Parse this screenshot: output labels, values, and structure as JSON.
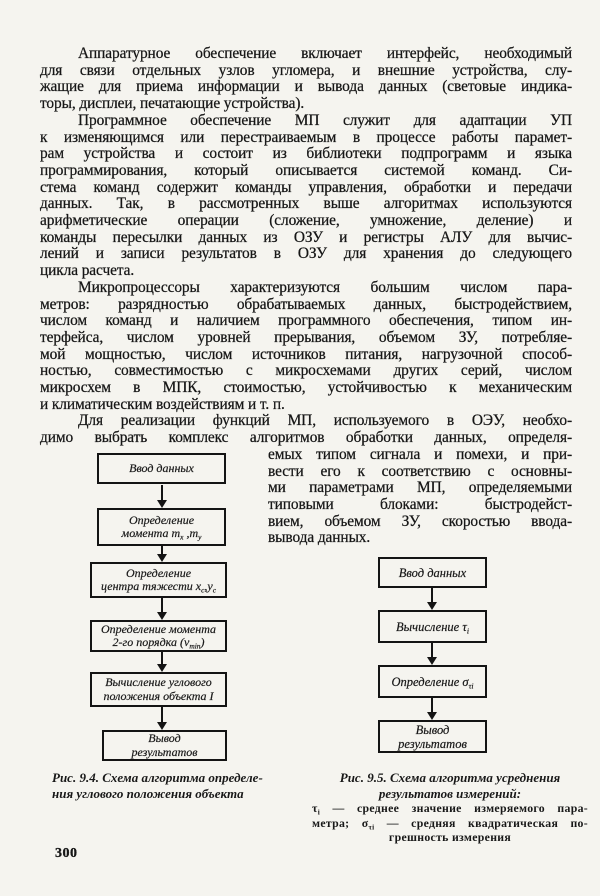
{
  "page_number": "300",
  "body": {
    "p1": {
      "lines": [
        "Аппаратурное обеспечение включает интерфейс, необходимый",
        "для связи отдельных узлов угломера, и внешние устройства, слу-",
        "жащие для приема информации и вывода данных (световые индика-",
        "торы, дисплеи, печатающие устройства)."
      ]
    },
    "p2": {
      "lines": [
        "Программное обеспечение МП служит для адаптации УП",
        "к изменяющимся или перестраиваемым в процессе работы парамет-",
        "рам устройства и состоит из библиотеки подпрограмм и языка",
        "программирования, который описывается системой команд. Си-",
        "стема команд содержит команды управления, обработки и передачи",
        "данных. Так, в рассмотренных выше алгоритмах используются",
        "арифметические операции (сложение, умножение, деление) и",
        "команды пересылки данных из ОЗУ и регистры АЛУ для вычис-",
        "лений и записи результатов в ОЗУ для хранения до следующего",
        "цикла расчета."
      ]
    },
    "p3": {
      "lines": [
        "Микропроцессоры характеризуются большим числом пара-",
        "метров: разрядностью обрабатываемых данных, быстродействием,",
        "числом команд и наличием программного обеспечения, типом ин-",
        "терфейса, числом уровней прерывания, объемом ЗУ, потребляе-",
        "мой мощностью, числом источников питания, нагрузочной способ-",
        "ностью, совместимостью с микросхемами других серий, числом",
        "микросхем в МПК, стоимостью, устойчивостью к механическим",
        "и климатическим воздействиям и т. п."
      ]
    },
    "p4": {
      "lines": [
        "Для реализации функций МП, используемого в ОЭУ, необхо-",
        "димо выбрать комплекс алгоритмов обработки данных, определя-"
      ]
    },
    "p4_right": {
      "lines": [
        "емых типом сигнала и помехи, и при-",
        "вести его к соответствию с основны-",
        "ми параметрами МП, определяемыми",
        "типовыми блоками: быстродейст-",
        "вием, объемом ЗУ, скоростью ввода-",
        "вывода данных."
      ]
    }
  },
  "figure_9_4": {
    "boxes": [
      {
        "lines": [
          [
            {
              "t": "Ввод данных"
            }
          ]
        ]
      },
      {
        "lines": [
          [
            {
              "t": "Определение"
            }
          ],
          [
            {
              "t": "момента m"
            },
            {
              "sub": "x"
            },
            {
              "t": " ,m"
            },
            {
              "sub": "y"
            }
          ]
        ]
      },
      {
        "lines": [
          [
            {
              "t": "Определение"
            }
          ],
          [
            {
              "t": "центра тяжести x"
            },
            {
              "sub": "c"
            },
            {
              "t": ",y"
            },
            {
              "sub": "c"
            }
          ]
        ]
      },
      {
        "lines": [
          [
            {
              "t": "Определение момента"
            }
          ],
          [
            {
              "t": "2-го порядка (v"
            },
            {
              "sub": "min"
            },
            {
              "t": ")"
            }
          ]
        ]
      },
      {
        "lines": [
          [
            {
              "t": "Вычисление углового"
            }
          ],
          [
            {
              "t": "положения объекта I"
            }
          ]
        ]
      },
      {
        "lines": [
          [
            {
              "t": "Вывод"
            }
          ],
          [
            {
              "t": "результатов"
            }
          ]
        ]
      }
    ],
    "caption_lines": [
      "Рис. 9.4. Схема алгоритма определе-",
      "ния углового положения объекта"
    ]
  },
  "figure_9_5": {
    "boxes": [
      {
        "lines": [
          [
            {
              "t": "Ввод данных"
            }
          ]
        ]
      },
      {
        "lines": [
          [
            {
              "t": "Вычисление τ"
            },
            {
              "sub": "i"
            }
          ]
        ]
      },
      {
        "lines": [
          [
            {
              "t": "Определение σ"
            },
            {
              "sub": "τi"
            }
          ]
        ]
      },
      {
        "lines": [
          [
            {
              "t": "Вывод"
            }
          ],
          [
            {
              "t": "результатов"
            }
          ]
        ]
      }
    ],
    "caption_lines": [
      "Рис. 9.5. Схема алгоритма усреднения",
      "результатов измерений:"
    ],
    "subcaption_rich": [
      [
        {
          "t": "τ"
        },
        {
          "sub": "i"
        },
        {
          "t": " — среднее значение измеряемого пара-"
        }
      ],
      [
        {
          "t": "метра; σ"
        },
        {
          "sub": "τi"
        },
        {
          "t": " — средняя квадратическая по-"
        }
      ],
      [
        {
          "t": "грешность измерения"
        }
      ]
    ]
  }
}
